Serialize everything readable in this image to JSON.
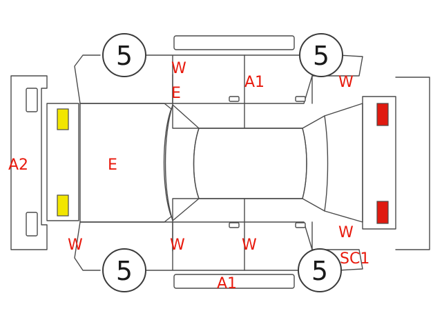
{
  "colors": {
    "line": "#4a4a4a",
    "mark_text": "#e8190c",
    "front_lamp": "#f2e600",
    "rear_lamp": "#e01a10"
  },
  "tires": {
    "front_left": "5",
    "rear_left": "5",
    "front_right": "5",
    "rear_right": "5"
  },
  "marks": {
    "front_bumper": "A2",
    "hood": "E",
    "front_left_fender": "W",
    "right_front_fender_top": "W",
    "right_front_pillar": "E",
    "right_roof_rail": "A1",
    "right_rear_fender": "W",
    "left_front_door": "W",
    "left_rear_door": "W",
    "left_rocker": "A1",
    "left_rear_fender": "W",
    "left_rear_quarter": "SC1"
  },
  "icons": {
    "front_lamp": "yellow-lamp-icon",
    "rear_lamp": "red-lamp-icon"
  }
}
